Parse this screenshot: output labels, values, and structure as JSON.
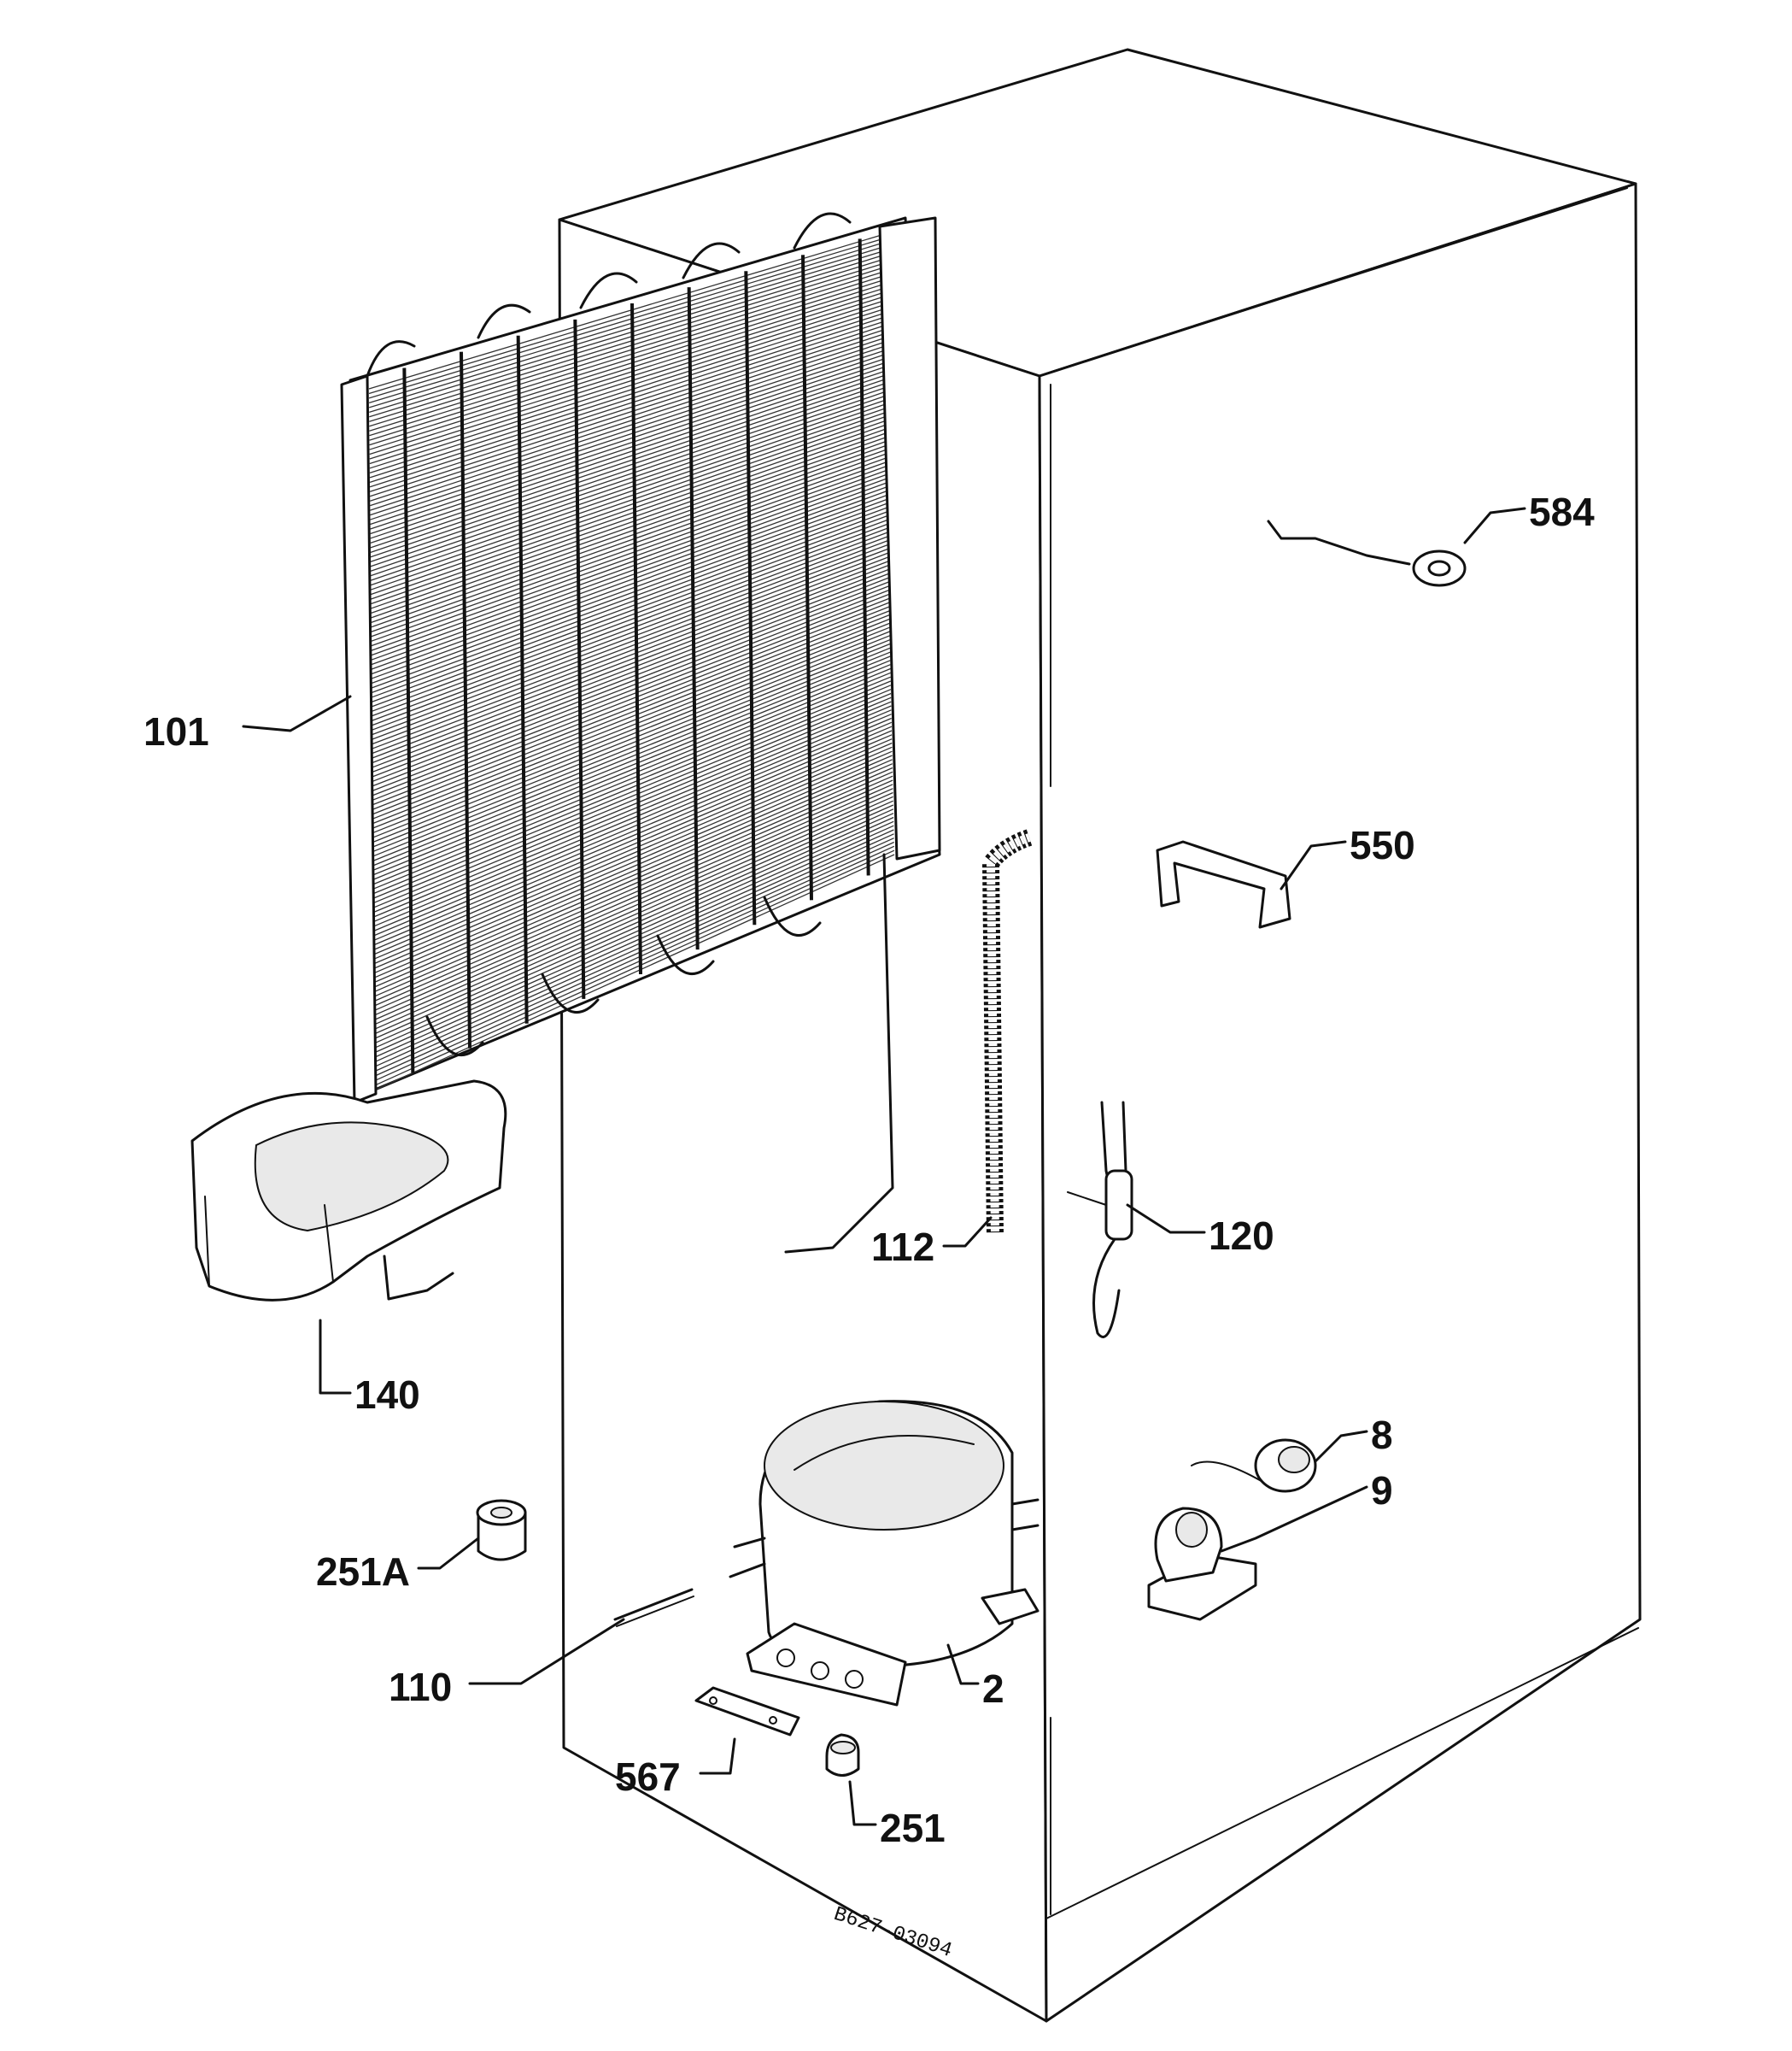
{
  "diagram": {
    "drawing_code": "B627-03094",
    "callouts": [
      {
        "id": "584",
        "label": "584"
      },
      {
        "id": "101",
        "label": "101"
      },
      {
        "id": "550",
        "label": "550"
      },
      {
        "id": "112",
        "label": "112"
      },
      {
        "id": "120",
        "label": "120"
      },
      {
        "id": "140",
        "label": "140"
      },
      {
        "id": "8",
        "label": "8"
      },
      {
        "id": "9",
        "label": "9"
      },
      {
        "id": "251A",
        "label": "251A"
      },
      {
        "id": "110",
        "label": "110"
      },
      {
        "id": "2",
        "label": "2"
      },
      {
        "id": "567",
        "label": "567"
      },
      {
        "id": "251",
        "label": "251"
      }
    ]
  },
  "colors": {
    "ink": "#111111",
    "paper": "#ffffff"
  }
}
